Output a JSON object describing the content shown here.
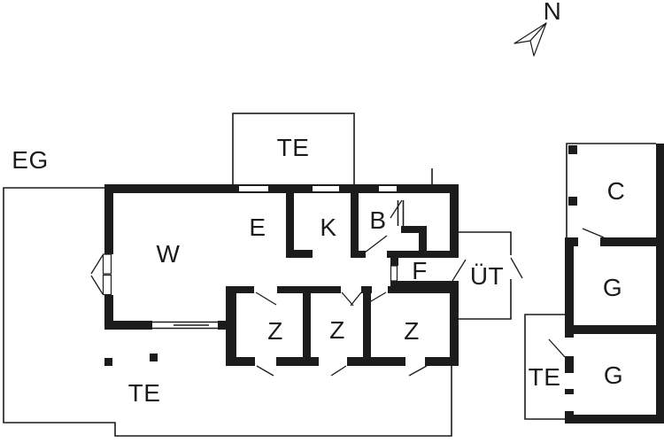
{
  "plan": {
    "floor_label": "EG",
    "compass": {
      "label": "N"
    },
    "colors": {
      "wall": "#1c1c1c",
      "background": "#ffffff"
    },
    "rooms": {
      "terrace_top": "TE",
      "living": "W",
      "dining": "E",
      "kitchen": "K",
      "bath": "B",
      "hall": "F",
      "covered_terrace": "ÜT",
      "bedroom1": "Z",
      "bedroom2": "Z",
      "bedroom3": "Z",
      "terrace_main": "TE",
      "carport": "C",
      "garage_upper": "G",
      "garage_lower": "G",
      "terrace_right": "TE"
    }
  }
}
